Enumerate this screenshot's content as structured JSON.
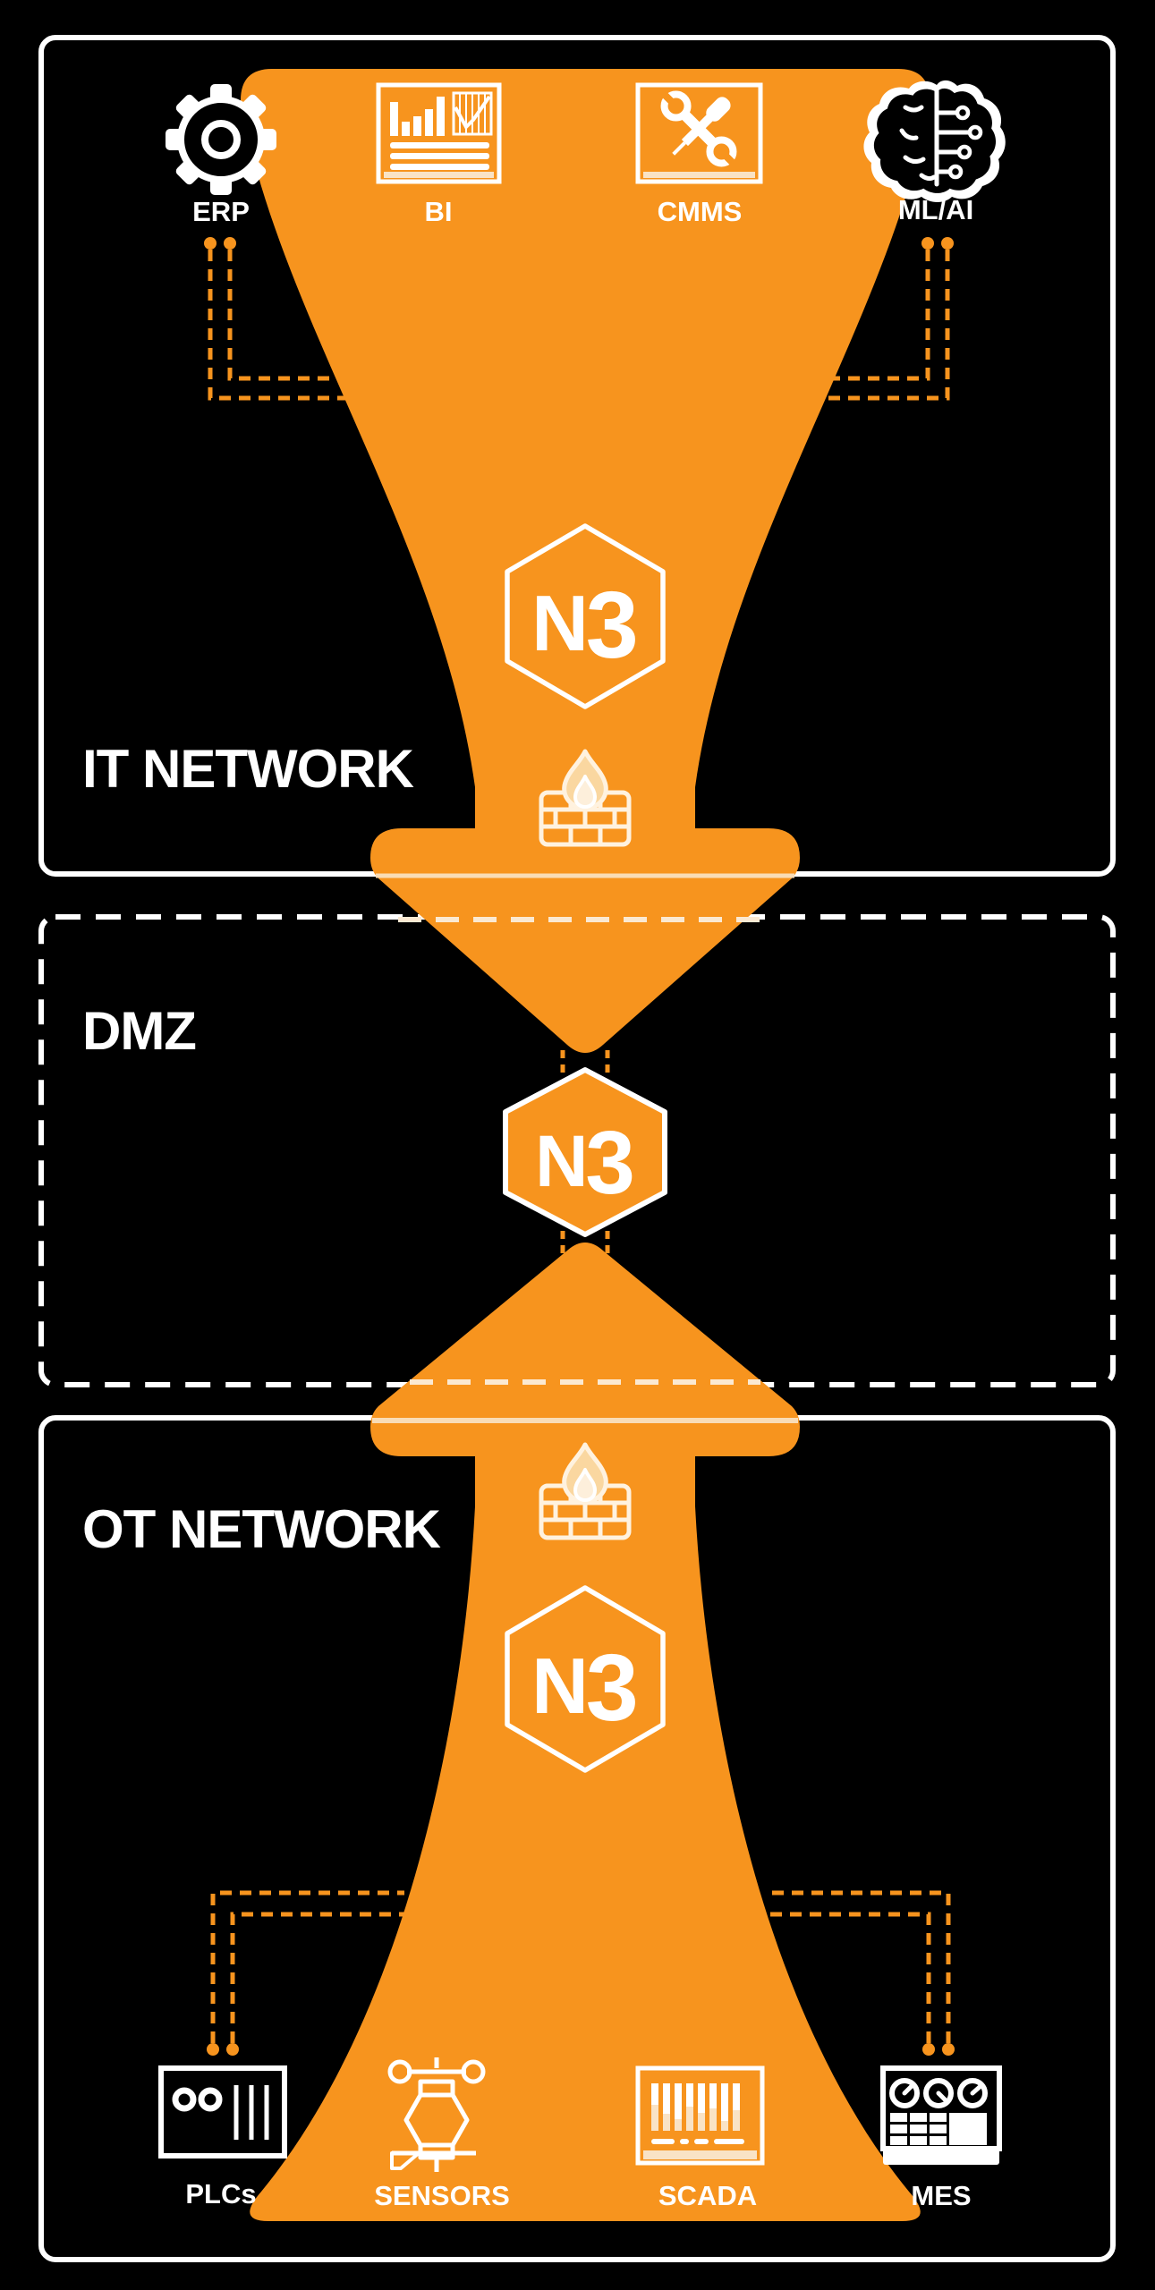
{
  "diagram": {
    "title_hidden": "",
    "sections": [
      {
        "id": "it",
        "label": "IT NETWORK",
        "border_style": "solid"
      },
      {
        "id": "dmz",
        "label": "DMZ",
        "border_style": "dashed"
      },
      {
        "id": "ot",
        "label": "OT NETWORK",
        "border_style": "solid"
      }
    ],
    "it_systems": [
      {
        "id": "erp",
        "label": "ERP",
        "icon": "gear-icon"
      },
      {
        "id": "bi",
        "label": "BI",
        "icon": "report-chart-icon"
      },
      {
        "id": "cmms",
        "label": "CMMS",
        "icon": "tools-icon"
      },
      {
        "id": "mlai",
        "label": "ML/AI",
        "icon": "brain-circuit-icon"
      }
    ],
    "ot_systems": [
      {
        "id": "plcs",
        "label": "PLCs",
        "icon": "plc-panel-icon"
      },
      {
        "id": "sensors",
        "label": "SENSORS",
        "icon": "sensor-icon"
      },
      {
        "id": "scada",
        "label": "SCADA",
        "icon": "scada-bars-icon"
      },
      {
        "id": "mes",
        "label": "MES",
        "icon": "gauges-panel-icon"
      }
    ],
    "hub": {
      "n": "N",
      "three": "3"
    },
    "firewalls": [
      {
        "id": "it-firewall",
        "zone": "IT"
      },
      {
        "id": "ot-firewall",
        "zone": "OT"
      }
    ],
    "colors": {
      "background": "#000000",
      "orange": "#F7941E",
      "white": "#FFFFFF",
      "cream": "#F9E3C6",
      "flame_fill": "#FAD7A0",
      "flame_inner": "#FDEFDB"
    }
  }
}
